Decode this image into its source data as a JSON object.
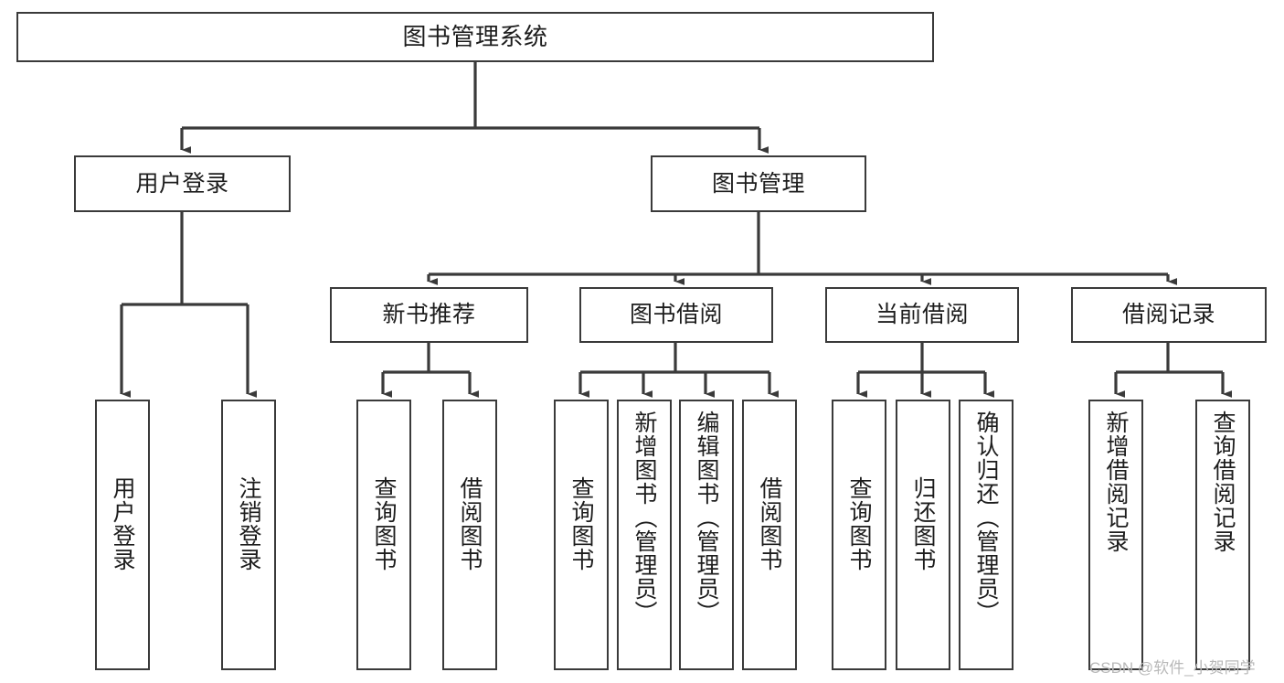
{
  "diagram": {
    "title": "图书管理系统",
    "type": "hierarchy-tree",
    "root": {
      "id": "root",
      "label": "图书管理系统"
    },
    "level2": [
      {
        "id": "user-login",
        "label": "用户登录"
      },
      {
        "id": "book-manage",
        "label": "图书管理"
      }
    ],
    "level3": [
      {
        "id": "new-book-recommend",
        "label": "新书推荐"
      },
      {
        "id": "book-borrow",
        "label": "图书借阅"
      },
      {
        "id": "current-borrow",
        "label": "当前借阅"
      },
      {
        "id": "borrow-record",
        "label": "借阅记录"
      }
    ],
    "leaves": [
      {
        "id": "leaf-user-login",
        "label": "用户登录",
        "parent": "user-login"
      },
      {
        "id": "leaf-logout-login",
        "label": "注销登录",
        "parent": "user-login"
      },
      {
        "id": "leaf-query-book-1",
        "label": "查询图书",
        "parent": "new-book-recommend"
      },
      {
        "id": "leaf-borrow-book-1",
        "label": "借阅图书",
        "parent": "new-book-recommend"
      },
      {
        "id": "leaf-query-book-2",
        "label": "查询图书",
        "parent": "book-borrow"
      },
      {
        "id": "leaf-add-book",
        "label": "新增图书（管理员）",
        "parent": "book-borrow"
      },
      {
        "id": "leaf-edit-book",
        "label": "编辑图书（管理员）",
        "parent": "book-borrow"
      },
      {
        "id": "leaf-borrow-book-2",
        "label": "借阅图书",
        "parent": "book-borrow"
      },
      {
        "id": "leaf-query-book-3",
        "label": "查询图书",
        "parent": "current-borrow"
      },
      {
        "id": "leaf-return-book",
        "label": "归还图书",
        "parent": "current-borrow"
      },
      {
        "id": "leaf-confirm-return",
        "label": "确认归还（管理员）",
        "parent": "current-borrow"
      },
      {
        "id": "leaf-add-record",
        "label": "新增借阅记录",
        "parent": "borrow-record"
      },
      {
        "id": "leaf-query-record",
        "label": "查询借阅记录",
        "parent": "borrow-record"
      }
    ],
    "colors": {
      "stroke": "#3a3a3a",
      "text": "#1d1d1d",
      "background": "#ffffff",
      "watermark": "#b9b9b9"
    }
  },
  "watermark": {
    "text": "CSDN @软件_小贺同学"
  }
}
